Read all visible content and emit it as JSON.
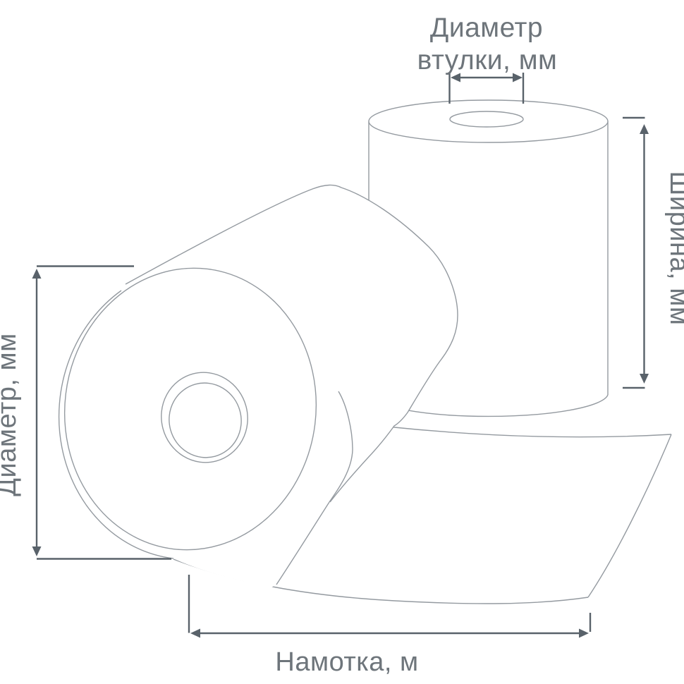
{
  "diagram": {
    "colors": {
      "background": "#ffffff",
      "outline": "#949aa0",
      "dimension": "#59626a",
      "text": "#6e757b"
    },
    "labels": {
      "core_diameter_line1": "Диаметр",
      "core_diameter_line2": "втулки, мм",
      "width": "Ширина, мм",
      "diameter": "Диаметр, мм",
      "length": "Намотка, м"
    },
    "icons": {
      "arrows": "double-headed-dimension-arrows"
    }
  }
}
